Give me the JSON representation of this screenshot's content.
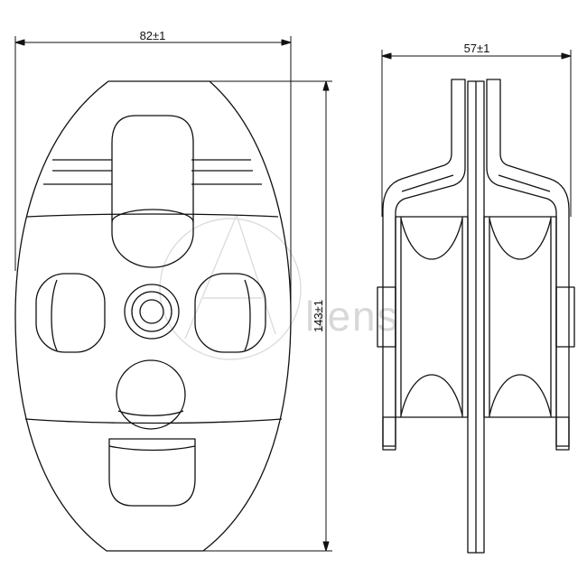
{
  "dimensions": {
    "front_width": "82±1",
    "front_height": "143±1",
    "side_width": "57±1"
  },
  "watermark": {
    "text": "liens"
  },
  "colors": {
    "line": "#111111",
    "watermark": "#d8d8d8"
  }
}
